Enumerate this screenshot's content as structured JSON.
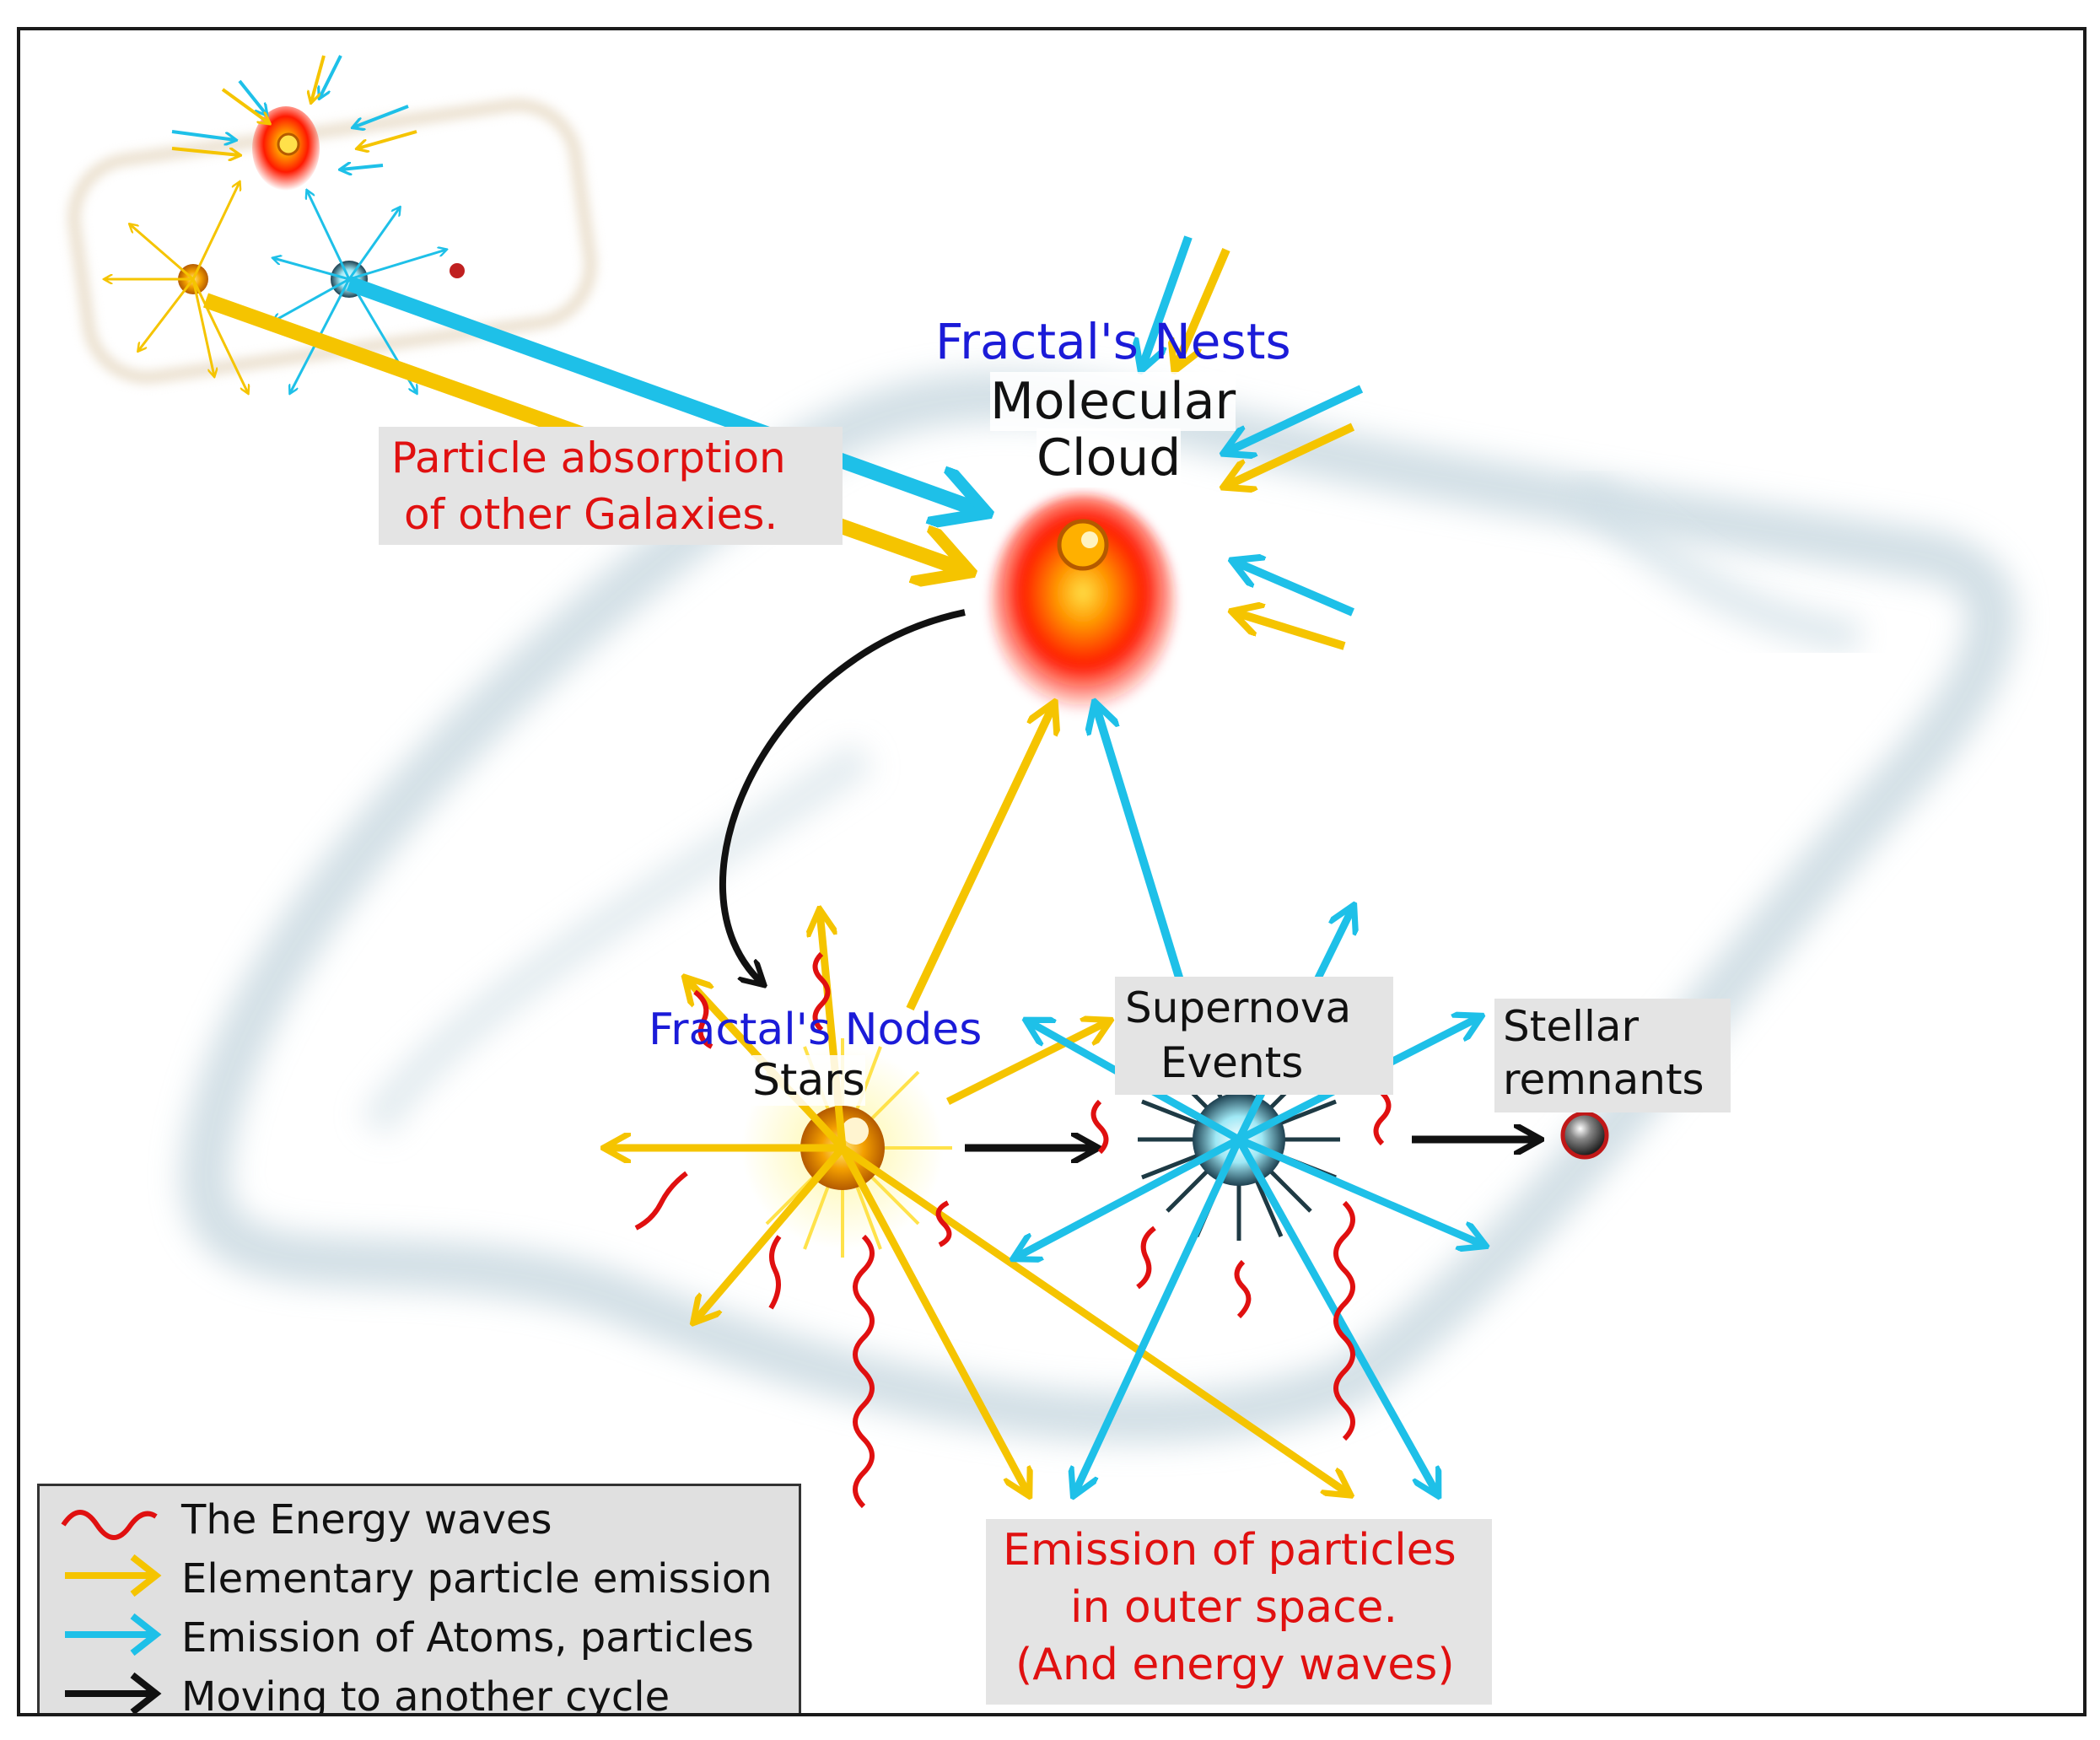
{
  "labels": {
    "fractals_nests": "Fractal's Nests",
    "molecular_cloud_1": "Molecular",
    "molecular_cloud_2": "Cloud",
    "particle_absorption_1": "Particle absorption",
    "particle_absorption_2": "of other Galaxies.",
    "fractals_nodes": "Fractal's Nodes",
    "stars": "Stars",
    "supernova_1": "Supernova",
    "supernova_2": "Events",
    "stellar_1": "Stellar",
    "stellar_2": "remnants",
    "emission_1": "Emission of  particles",
    "emission_2": "in outer space.",
    "emission_3": "(And energy waves)"
  },
  "legend": [
    {
      "label": "The Energy waves",
      "icon": "red-wave",
      "color": "#e01010"
    },
    {
      "label": "Elementary particle emission",
      "icon": "yellow-arrow",
      "color": "#f5c400"
    },
    {
      "label": "Emission of Atoms, particles",
      "icon": "cyan-arrow",
      "color": "#1ec0e8"
    },
    {
      "label": "Moving to another cycle",
      "icon": "black-arrow",
      "color": "#111111"
    }
  ],
  "colors": {
    "yellow": "#f5c400",
    "cyan": "#1ec0e8",
    "red": "#e01010",
    "blue_label": "#1b1bd8"
  }
}
